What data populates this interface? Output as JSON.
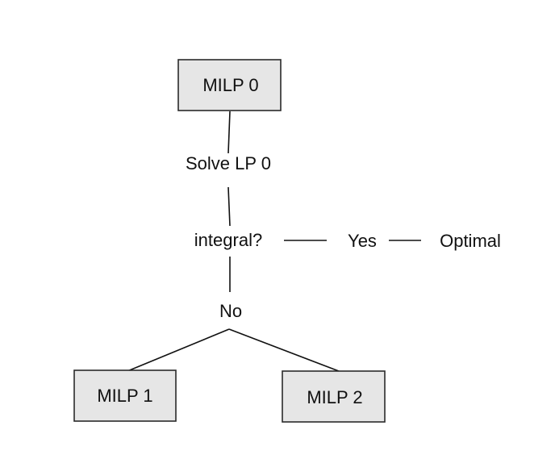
{
  "nodes": {
    "root": "MILP 0",
    "left_child": "MILP 1",
    "right_child": "MILP 2"
  },
  "flow": {
    "solve": "Solve LP 0",
    "check": "integral?",
    "yes": "Yes",
    "outcome": "Optimal",
    "no": "No"
  },
  "colors": {
    "box_fill": "#e6e6e6",
    "stroke": "#111111"
  }
}
